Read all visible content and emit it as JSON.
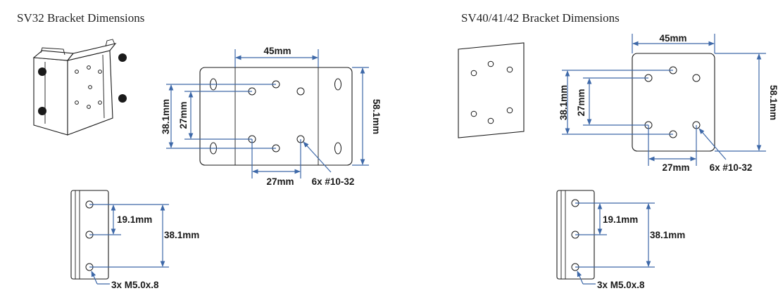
{
  "titles": {
    "left": "SV32 Bracket Dimensions",
    "right": "SV40/41/42 Bracket Dimensions"
  },
  "sv32": {
    "width_label": "45mm",
    "height_label": "58.1mm",
    "outer_vertical_label": "38.1mm",
    "inner_vertical_label": "27mm",
    "bottom_horizontal_label": "27mm",
    "hole_callout": "6x #10-32",
    "side_small_label": "19.1mm",
    "side_large_label": "38.1mm",
    "side_callout": "3x M5.0x.8"
  },
  "sv40": {
    "width_label": "45mm",
    "height_label": "58.1mm",
    "outer_vertical_label": "38.1mm",
    "inner_vertical_label": "27mm",
    "bottom_horizontal_label": "27mm",
    "hole_callout": "6x #10-32",
    "side_small_label": "19.1mm",
    "side_large_label": "38.1mm",
    "side_callout": "3x M5.0x.8"
  },
  "colors": {
    "dimension_line": "#3d68a8",
    "drawing_line": "#1a1a1a"
  }
}
